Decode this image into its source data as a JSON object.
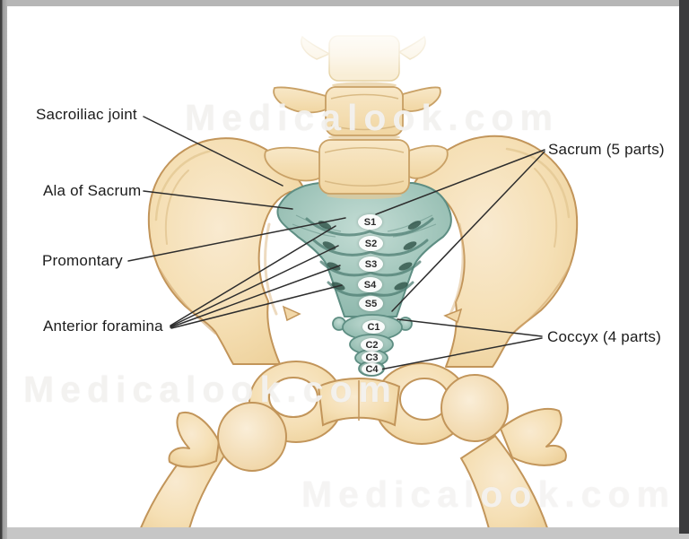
{
  "figure": {
    "description": "Anterior view anatomical diagram of the pelvis with sacrum and coccyx highlighted",
    "labels": {
      "sacroiliac_joint": "Sacroiliac joint",
      "ala_of_sacrum": "Ala of Sacrum",
      "promontary": "Promontary",
      "anterior_foramina": "Anterior foramina",
      "sacrum_parts": "Sacrum (5 parts)",
      "coccyx_parts": "Coccyx (4 parts)"
    },
    "vertebrae": [
      {
        "label": "S1"
      },
      {
        "label": "S2"
      },
      {
        "label": "S3"
      },
      {
        "label": "S4"
      },
      {
        "label": "S5"
      },
      {
        "label": "C1"
      },
      {
        "label": "C2"
      },
      {
        "label": "C3"
      },
      {
        "label": "C4"
      }
    ],
    "watermarks": {
      "top": "Medicalook.com",
      "middle": "Medicalook.com",
      "bottom": "Medicalook.com"
    },
    "colors": {
      "bone_fill": "#f5dfb4",
      "bone_outline": "#c2955a",
      "sacrum_fill": "#9cc2b7",
      "sacrum_outline": "#5e8e83",
      "label_text": "#1c1c1c",
      "leader_line": "#2d2d2d",
      "watermark": "#f3f2f0",
      "frame_gray": "#b6b6b6",
      "frame_dark": "#3b3b3d",
      "background": "#ffffff"
    }
  }
}
